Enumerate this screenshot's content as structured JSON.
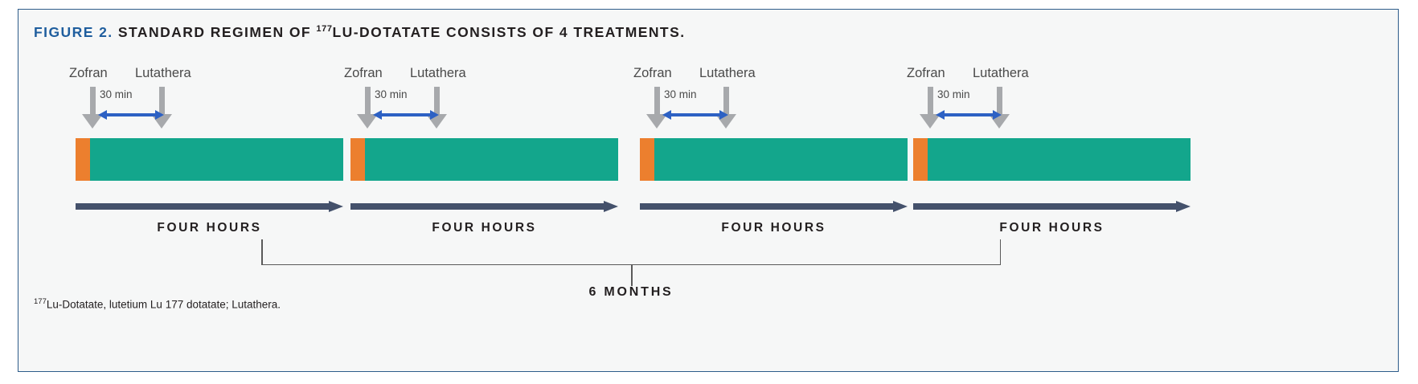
{
  "figure": {
    "label": "FIGURE 2.",
    "title_before_sup": " STANDARD REGIMEN OF ",
    "title_sup": "177",
    "title_after_sup": "LU-DOTATATE CONSISTS OF 4 TREATMENTS.",
    "footnote_sup": "177",
    "footnote_text": "Lu-Dotatate, lutetium Lu 177 dotatate; Lutathera.",
    "frame_border_color": "#2e5c8a",
    "background_color": "#f6f7f7"
  },
  "legend_colors": {
    "orange_premed": "#ec7f2e",
    "teal_infusion": "#13a68c",
    "navy_duration": "#44516b",
    "gray_arrow": "#a7a9ac",
    "blue_interval": "#2d61c4",
    "title_accent": "#1f5e9e"
  },
  "treatments": [
    {
      "index": 1,
      "zofran_label": "Zofran",
      "lutathera_label": "Lutathera",
      "interval_label": "30 min",
      "duration_label": "FOUR HOURS"
    },
    {
      "index": 2,
      "zofran_label": "Zofran",
      "lutathera_label": "Lutathera",
      "interval_label": "30 min",
      "duration_label": "FOUR HOURS"
    },
    {
      "index": 3,
      "zofran_label": "Zofran",
      "lutathera_label": "Lutathera",
      "interval_label": "30 min",
      "duration_label": "FOUR HOURS"
    },
    {
      "index": 4,
      "zofran_label": "Zofran",
      "lutathera_label": "Lutathera",
      "interval_label": "30 min",
      "duration_label": "FOUR HOURS"
    }
  ],
  "timeline": {
    "span_label": "6 MONTHS"
  }
}
